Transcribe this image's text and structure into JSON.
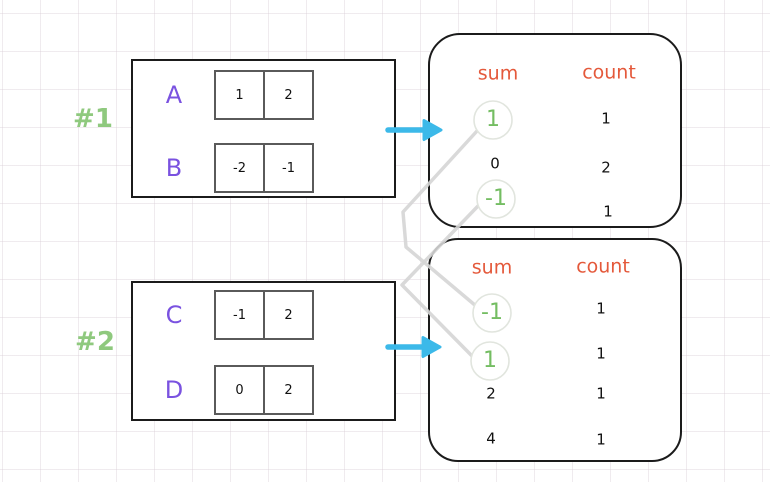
{
  "diagram": {
    "groups": [
      {
        "label": "#1",
        "arrays": [
          {
            "name": "A",
            "cells": [
              "1",
              "2"
            ]
          },
          {
            "name": "B",
            "cells": [
              "-2",
              "-1"
            ]
          }
        ]
      },
      {
        "label": "#2",
        "arrays": [
          {
            "name": "C",
            "cells": [
              "-1",
              "2"
            ]
          },
          {
            "name": "D",
            "cells": [
              "0",
              "2"
            ]
          }
        ]
      }
    ],
    "results": [
      {
        "sum_header": "sum",
        "count_header": "count",
        "rows": [
          {
            "sum": "1",
            "count": "1",
            "highlighted": true
          },
          {
            "sum": "0",
            "count": "2",
            "highlighted": false
          },
          {
            "sum": "-1",
            "count": "1",
            "highlighted": true
          }
        ]
      },
      {
        "sum_header": "sum",
        "count_header": "count",
        "rows": [
          {
            "sum": "-1",
            "count": "1",
            "highlighted": true
          },
          {
            "sum": "1",
            "count": "1",
            "highlighted": true
          },
          {
            "sum": "2",
            "count": "1",
            "highlighted": false
          },
          {
            "sum": "4",
            "count": "1",
            "highlighted": false
          }
        ]
      }
    ],
    "colors": {
      "group_label": "#8fc97e",
      "array_name": "#7a52e0",
      "result_header": "#e4593b",
      "highlight_value": "#74bd62",
      "arrow": "#3cb9e9",
      "connector": "#d5d5d5"
    }
  }
}
